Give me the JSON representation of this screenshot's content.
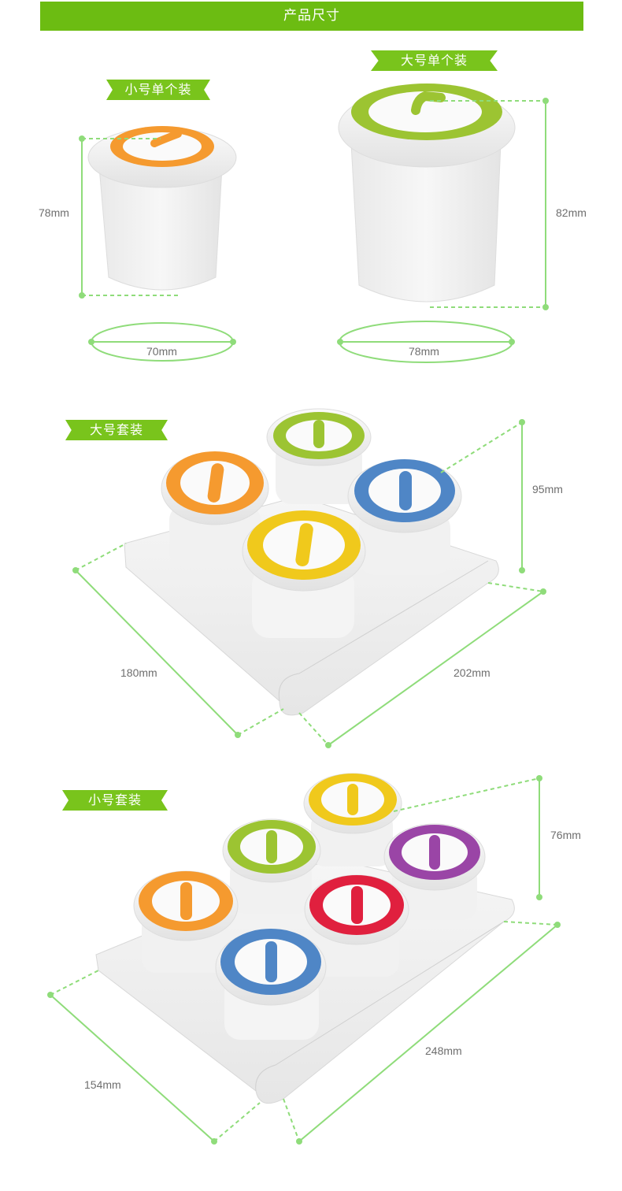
{
  "header": {
    "title": "产品尺寸"
  },
  "sections": {
    "small_single": {
      "label": "小号单个装",
      "height": "78mm",
      "diameter": "70mm"
    },
    "large_single": {
      "label": "大号单个装",
      "height": "82mm",
      "diameter": "78mm"
    },
    "large_set": {
      "label": "大号套装",
      "height": "95mm",
      "depth": "180mm",
      "width": "202mm"
    },
    "small_set": {
      "label": "小号套装",
      "height": "76mm",
      "depth": "154mm",
      "width": "248mm"
    }
  },
  "colors": {
    "brand_green": "#6cbc12",
    "dimension_line": "#8fdc7a",
    "orange": "#f59a2f",
    "lime": "#9cc432",
    "blue": "#4f86c6",
    "yellow": "#f0c91c",
    "red": "#e0203e",
    "purple": "#9a45a6"
  }
}
